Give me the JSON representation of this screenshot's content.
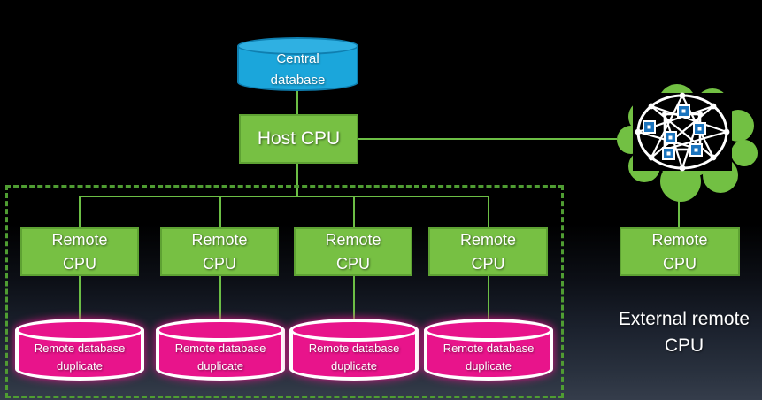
{
  "diagram": {
    "central_database": {
      "label": "Central database"
    },
    "host_cpu": {
      "label": "Host CPU"
    },
    "remote_cpus": [
      {
        "label": "Remote CPU"
      },
      {
        "label": "Remote CPU"
      },
      {
        "label": "Remote CPU"
      },
      {
        "label": "Remote CPU"
      }
    ],
    "database_duplicates": [
      {
        "label": "Remote database duplicate"
      },
      {
        "label": "Remote database duplicate"
      },
      {
        "label": "Remote database duplicate"
      },
      {
        "label": "Remote database duplicate"
      }
    ],
    "external": {
      "cpu_label": "Remote CPU",
      "caption": "External remote CPU"
    }
  },
  "colors": {
    "background_top": "#000000",
    "background_bottom": "#353D4B",
    "box_green": "#77C043",
    "box_border_green": "#5EA233",
    "connector_green": "#6CBE45",
    "dashed_border_green": "#4F9D32",
    "database_blue": "#1BA6DB",
    "database_blue_border": "#0F7FB0",
    "database_pink": "#E8148B",
    "cylinder_outline_white": "#FFFFFF",
    "cloud_green": "#72C043",
    "network_node_blue": "#1B74BE",
    "text_white": "#FFFFFF"
  },
  "icons": {
    "network_cloud": "network-cloud-icon"
  }
}
